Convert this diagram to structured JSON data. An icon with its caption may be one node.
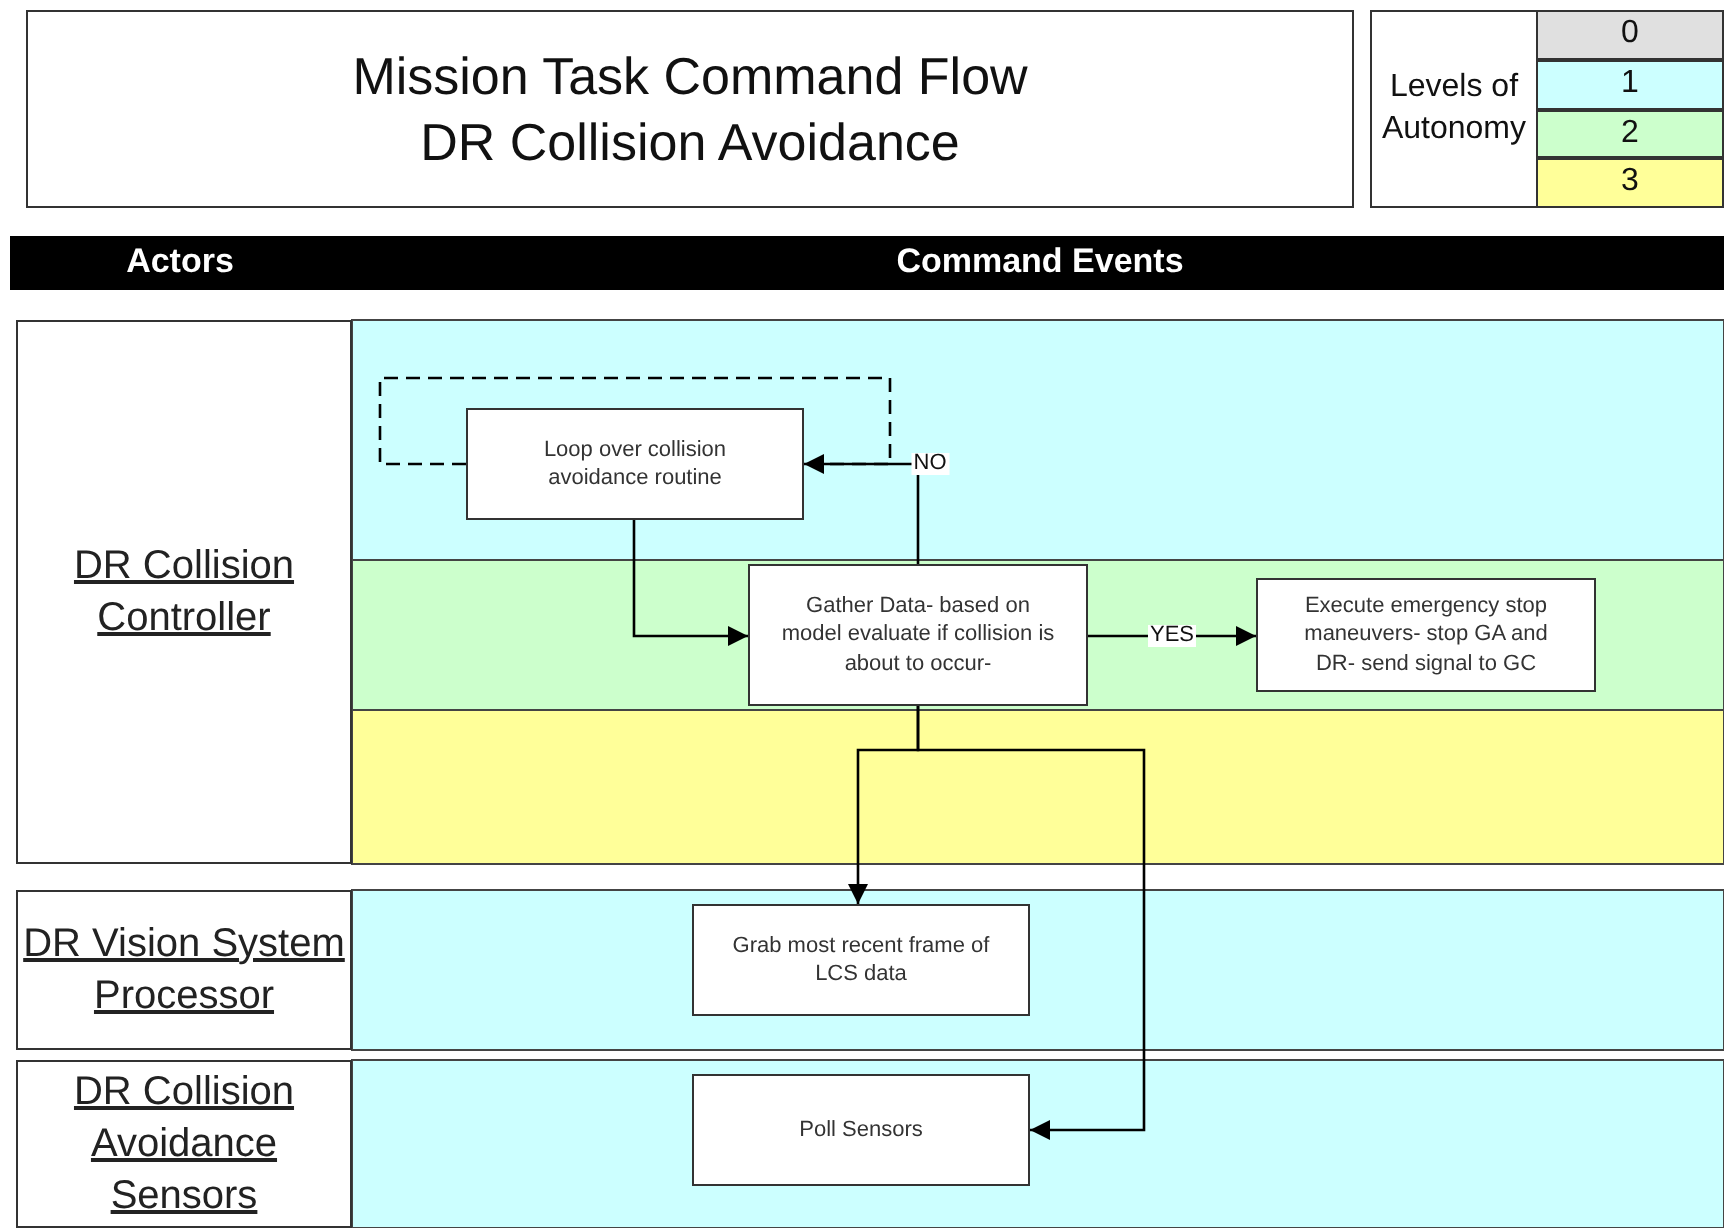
{
  "diagram": {
    "title": "Mission Task Command Flow DR Collision Avoidance",
    "nodes": [
      {
        "text": [
          "DR Collision Controller"
        ]
      },
      {
        "text": [
          "DR Vision System Processor"
        ]
      },
      {
        "text": [
          "DR Collision Avoidance Sensors"
        ]
      },
      {
        "text": [
          "Loop over collision avoidance routine"
        ]
      },
      {
        "text": [
          "Gather Data- based on model evaluate if collision is about to occur-"
        ]
      },
      {
        "text": [
          "Execute emergency stop maneuvers- stop GA and DR- send signal to GC"
        ]
      },
      {
        "text": [
          "Grab most recent frame of LCS data"
        ]
      },
      {
        "text": [
          "Poll Sensors"
        ]
      }
    ],
    "edges": [
      {
        "from": 3,
        "to": 4,
        "arrow": "to"
      },
      {
        "from": 4,
        "to": 3,
        "arrow": "to",
        "label": "NO"
      },
      {
        "from": 4,
        "to": 5,
        "arrow": "to",
        "label": "YES"
      },
      {
        "from": 4,
        "to": 6,
        "arrow": "to"
      },
      {
        "from": 4,
        "to": 7,
        "arrow": "to"
      },
      {
        "from": 3,
        "to": 3,
        "arrow": "none",
        "style": "dashed"
      }
    ],
    "labels": [
      "Levels of Autonomy",
      "Actors",
      "Command Events"
    ],
    "legend": [
      {
        "text": "0",
        "color": "#e0e0e0"
      },
      {
        "text": "1",
        "color": "#ccffff"
      },
      {
        "text": "2",
        "color": "#ccffcc"
      },
      {
        "text": "3",
        "color": "#ffff99"
      }
    ]
  }
}
